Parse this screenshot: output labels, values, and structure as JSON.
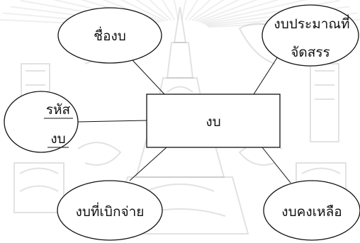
{
  "diagram": {
    "entity": {
      "label": "งบ"
    },
    "attributes": [
      {
        "id": "name",
        "label": "ชื่องบ"
      },
      {
        "id": "allocated",
        "label_line1": "งบประมาณที่",
        "label_line2": "จัดสรร"
      },
      {
        "id": "code",
        "label_line1": "รหัส",
        "label_line2": "งบ",
        "is_key": true
      },
      {
        "id": "spent",
        "label": "งบที่เบิกจ่าย"
      },
      {
        "id": "remaining",
        "label": "งบคงเหลือ"
      }
    ]
  },
  "colors": {
    "line": "#111111",
    "shape_fill": "#ffffff",
    "watermark": "#a4a4a4"
  },
  "watermark_icon": "royal-emblem-watermark"
}
